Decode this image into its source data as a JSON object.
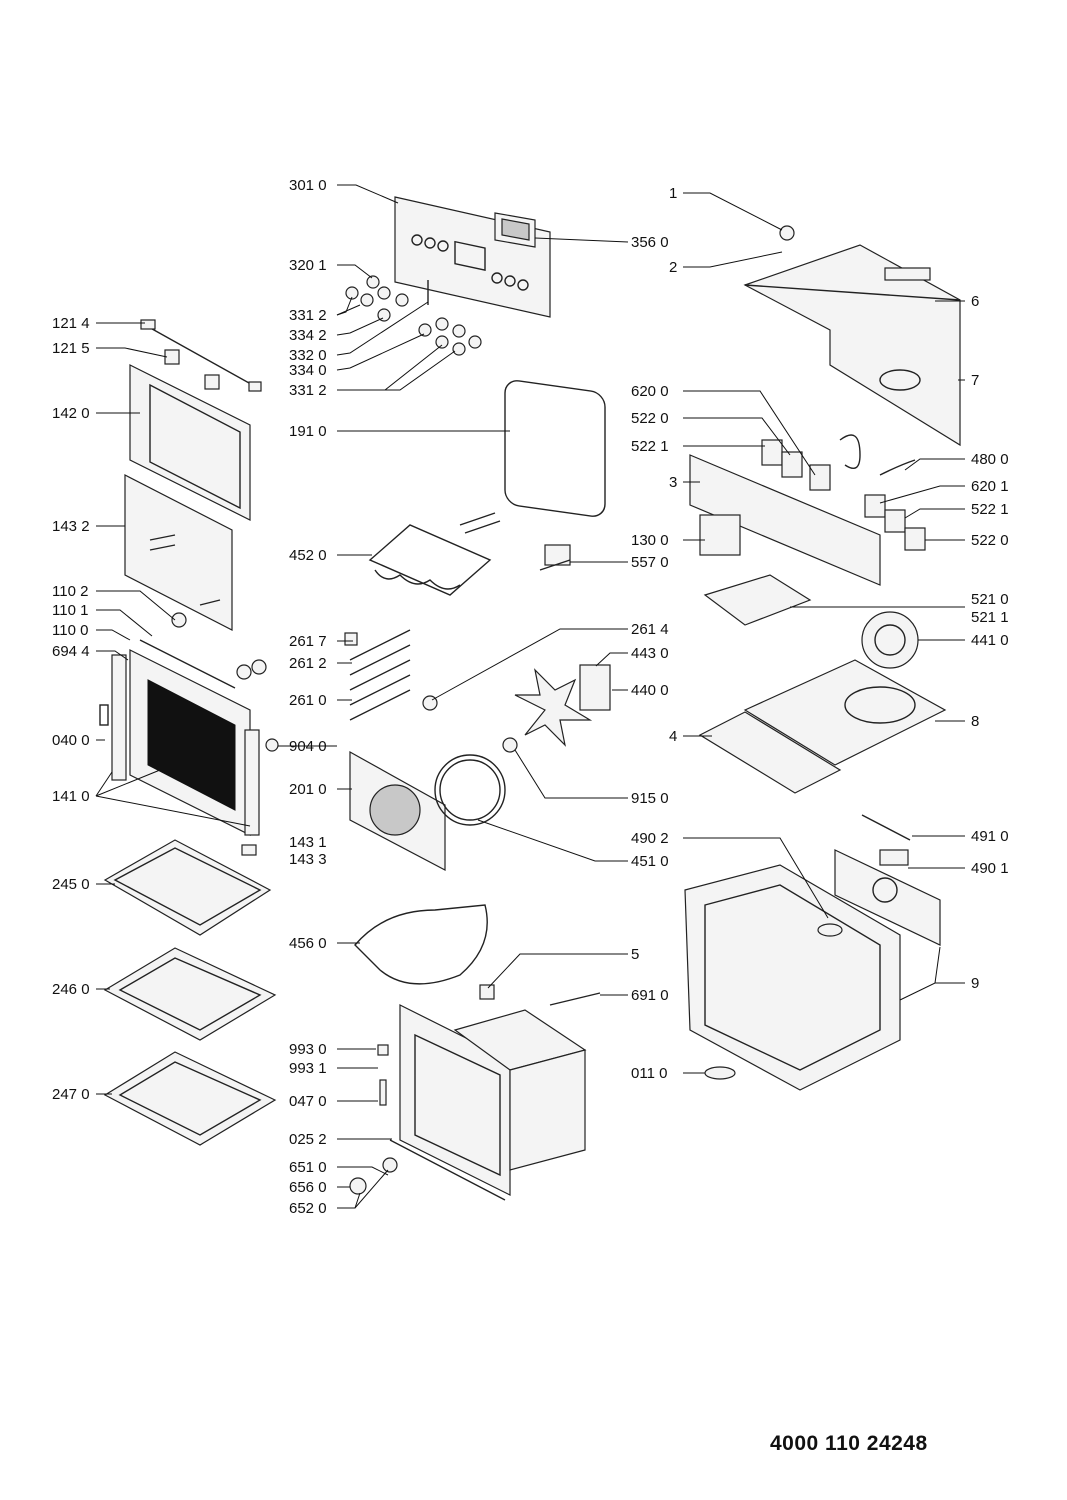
{
  "diagram": {
    "document_number": "4000 110 24248",
    "labels": [
      "301 0",
      "356 0",
      "320 1",
      "331 2",
      "334 2",
      "332 0",
      "334 0",
      "331 2",
      "121 4",
      "121 5",
      "142 0",
      "143 2",
      "191 0",
      "452 0",
      "557 0",
      "110 2",
      "110 1",
      "110 0",
      "694 4",
      "261 7",
      "261 2",
      "261 0",
      "261 4",
      "443 0",
      "440 0",
      "040 0",
      "904 0",
      "141 0",
      "201 0",
      "915 0",
      "451 0",
      "143 1",
      "143 3",
      "245 0",
      "456 0",
      "246 0",
      "993 0",
      "993 1",
      "047 0",
      "247 0",
      "025 2",
      "651 0",
      "656 0",
      "652 0",
      "1",
      "2",
      "6",
      "7",
      "620 0",
      "522 0",
      "522 1",
      "480 0",
      "3",
      "620 1",
      "522 1",
      "130 0",
      "522 0",
      "521 0",
      "521 1",
      "441 0",
      "8",
      "4",
      "490 2",
      "491 0",
      "490 1",
      "9",
      "5",
      "691 0",
      "011 0"
    ]
  }
}
